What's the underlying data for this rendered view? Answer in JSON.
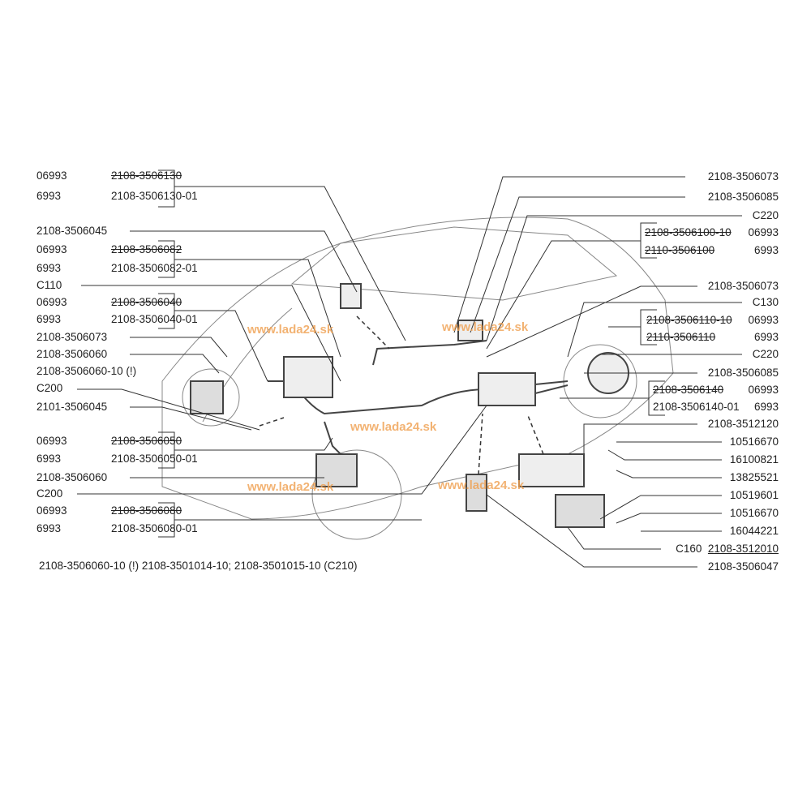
{
  "left_labels": [
    {
      "a": "06993",
      "b": "2108-3506130",
      "struck": true
    },
    {
      "a": "6993",
      "b": "2108-3506130-01"
    },
    {
      "a": "2108-3506045"
    },
    {
      "a": "06993",
      "b": "2108-3506082",
      "struck": true
    },
    {
      "a": "6993",
      "b": "2108-3506082-01"
    },
    {
      "a": "C110"
    },
    {
      "a": "06993",
      "b": "2108-3506040",
      "struck": true
    },
    {
      "a": "6993",
      "b": "2108-3506040-01"
    },
    {
      "a": "2108-3506073"
    },
    {
      "a": "2108-3506060"
    },
    {
      "a": "2108-3506060-10 (!)"
    },
    {
      "a": "C200"
    },
    {
      "a": "2101-3506045"
    },
    {
      "a": "06993",
      "b": "2108-3506050",
      "struck": true
    },
    {
      "a": "6993",
      "b": "2108-3506050-01"
    },
    {
      "a": "2108-3506060"
    },
    {
      "a": "C200"
    },
    {
      "a": "06993",
      "b": "2108-3506080",
      "struck": true
    },
    {
      "a": "6993",
      "b": "2108-3506080-01"
    }
  ],
  "right_labels": [
    {
      "a": "2108-3506073"
    },
    {
      "a": "2108-3506085"
    },
    {
      "a": "C220"
    },
    {
      "a": "2108-3506100-10",
      "b": "06993",
      "struck": true
    },
    {
      "a": "2110-3506100",
      "b": "6993",
      "struck": true
    },
    {
      "a": "2108-3506073"
    },
    {
      "a": "C130"
    },
    {
      "a": "2108-3506110-10",
      "b": "06993",
      "struck": true
    },
    {
      "a": "2110-3506110",
      "b": "6993",
      "struck": true
    },
    {
      "a": "C220"
    },
    {
      "a": "2108-3506085"
    },
    {
      "a": "2108-3506140",
      "b": "06993",
      "struck": true
    },
    {
      "a": "2108-3506140-01",
      "b": "6993"
    },
    {
      "a": "2108-3512120"
    },
    {
      "a": "10516670"
    },
    {
      "a": "16100821"
    },
    {
      "a": "13825521"
    },
    {
      "a": "10519601"
    },
    {
      "a": "10516670"
    },
    {
      "a": "16044221"
    },
    {
      "a": "C160",
      "b": "2108-3512010",
      "underlined": true
    },
    {
      "a": "2108-3506047"
    }
  ],
  "footnote": "2108-3506060-10  (!)  2108-3501014-10;  2108-3501015-10 (C210)",
  "watermark": "www.lada24.sk",
  "colors": {
    "watermark": "#f0a050",
    "ink": "#222222"
  }
}
